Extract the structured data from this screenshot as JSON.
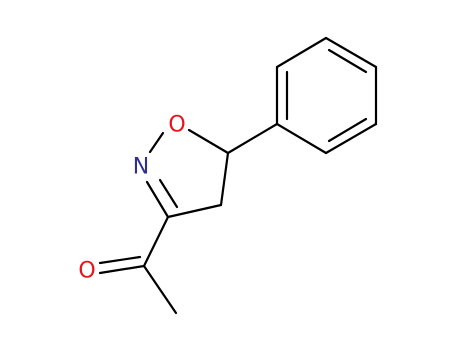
{
  "molecule": {
    "atoms": {
      "oxygen_ring": {
        "symbol": "O",
        "color": "#e8141c"
      },
      "nitrogen_ring": {
        "symbol": "N",
        "color": "#2f2f8f"
      },
      "oxygen_carbonyl": {
        "symbol": "O",
        "color": "#e8141c"
      }
    },
    "bond_color": "#000000"
  }
}
